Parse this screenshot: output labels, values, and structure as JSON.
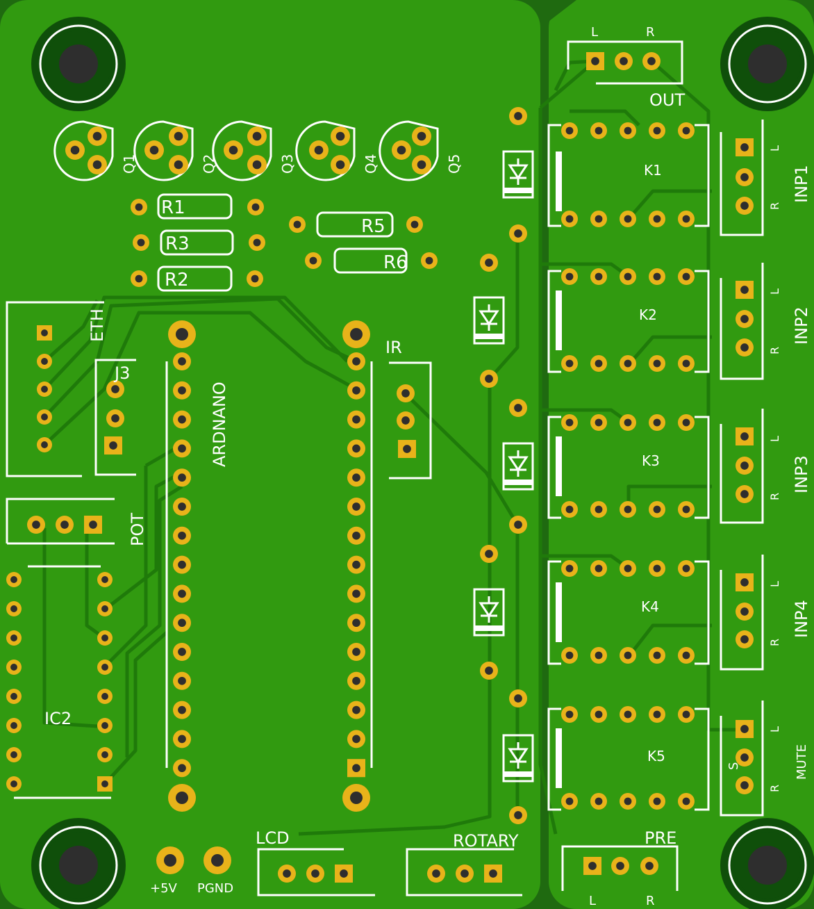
{
  "board": {
    "colors": {
      "background": "#1f6a10",
      "copper": "#319a10",
      "trace": "#1f7a0a",
      "pad": "#e8b31a",
      "drill": "#2e2e2e",
      "silk": "#ffffff",
      "mounting_ring": "#0f4f0a"
    }
  },
  "silkscreen": {
    "q1": "Q1",
    "q2": "Q2",
    "q3": "Q3",
    "q4": "Q4",
    "q5": "Q5",
    "r1": "R1",
    "r2": "R2",
    "r3": "R3",
    "r5": "R5",
    "r6": "R6",
    "eth": "ETH",
    "j3": "J3",
    "ardnano": "ARDNANO",
    "ir": "IR",
    "pot": "POT",
    "ic2": "IC2",
    "lcd": "LCD",
    "rotary": "ROTARY",
    "plus5v": "+5V",
    "pgnd": "PGND",
    "out": "OUT",
    "pre": "PRE",
    "l": "L",
    "r": "R",
    "k1": "K1",
    "k2": "K2",
    "k3": "K3",
    "k4": "K4",
    "k5": "K5",
    "inp1": "INP1",
    "inp2": "INP2",
    "inp3": "INP3",
    "inp4": "INP4",
    "mute": "MUTE",
    "s": "S"
  }
}
